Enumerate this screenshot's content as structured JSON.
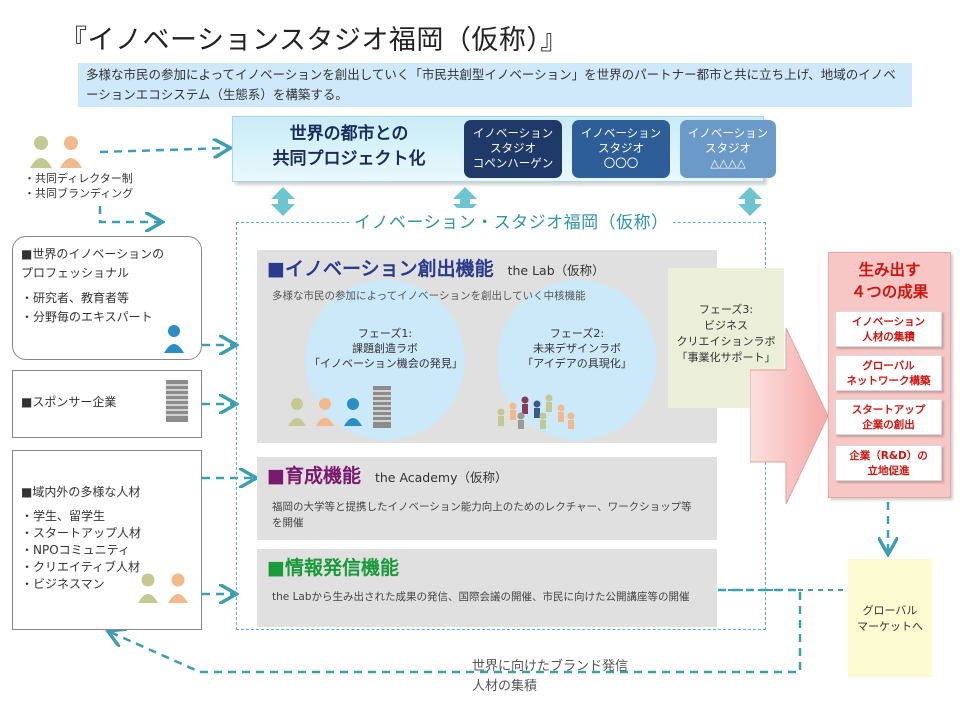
{
  "title": "『イノベーションスタジオ福岡（仮称）』",
  "subtitle": "多様な市民の参加によってイノベーションを創出していく「市民共創型イノベーション」を世界のパートナー都市と共に立ち上げ、地域のイノベーションエコシステム（生態系）を構築する。",
  "collab": {
    "title_lines": [
      "世界の都市との",
      "共同プロジェクト化"
    ],
    "studios": [
      {
        "lines": [
          "イノベーション",
          "スタジオ",
          "コペンハーゲン"
        ]
      },
      {
        "lines": [
          "イノベーション",
          "スタジオ",
          "〇〇〇"
        ]
      },
      {
        "lines": [
          "イノベーション",
          "スタジオ",
          "△△△△"
        ]
      }
    ]
  },
  "director_labels": [
    "・共同ディレクター制",
    "・共同ブランディング"
  ],
  "region_title": "イノベーション・スタジオ福岡（仮称）",
  "lab": {
    "title": "■イノベーション創出機能",
    "sub": "the Lab（仮称）",
    "desc": "多様な市民の参加によってイノベーションを創出していく中核機能",
    "phase1": [
      "フェーズ1:",
      "課題創造ラボ",
      "「イノベーション機会の発見」"
    ],
    "phase2": [
      "フェーズ2:",
      "未来デザインラボ",
      "「アイデアの具現化」"
    ],
    "phase3": [
      "フェーズ3:",
      "ビジネス",
      "クリエイションラボ",
      "「事業化サポート」"
    ]
  },
  "academy": {
    "title": "■育成機能",
    "sub": "the Academy（仮称）",
    "desc": "福岡の大学等と提携したイノベーション能力向上のためのレクチャー、ワークショップ等を開催"
  },
  "info": {
    "title": "■情報発信機能",
    "desc": "the Labから生み出された成果の発信、国際会議の開催、市民に向けた公開講座等の開催"
  },
  "left_boxes": {
    "pro": [
      "■世界のイノベーションの",
      "プロフェッショナル",
      "・研究者、教育者等",
      "・分野毎のエキスパート"
    ],
    "sponsor": "■スポンサー企業",
    "diverse": [
      "■域内外の多様な人材",
      "・学生、留学生",
      "・スタートアップ人材",
      "・NPOコミュニティ",
      "・クリエイティブ人材",
      "・ビジネスマン"
    ]
  },
  "outcome": {
    "title_lines": [
      "生み出す",
      "４つの成果"
    ],
    "items": [
      {
        "lines": [
          "イノベーション",
          "人材の集積"
        ]
      },
      {
        "lines": [
          "グローバル",
          "ネットワーク構築"
        ]
      },
      {
        "lines": [
          "スタートアップ",
          "企業の創出"
        ]
      },
      {
        "lines": [
          "企業（R&D）の",
          "立地促進"
        ]
      }
    ]
  },
  "market": [
    "グローバル",
    "マーケットへ"
  ],
  "brand": [
    "世界に向けたブランド発信",
    "人材の集積"
  ],
  "colors": {
    "teal": "#3a9fb0",
    "navy": "#1f3a68",
    "lab_title": "#2a3a8c",
    "academy_title": "#7a1a6e",
    "info_title": "#1a9a3a",
    "outcome_red": "#d1140f"
  }
}
